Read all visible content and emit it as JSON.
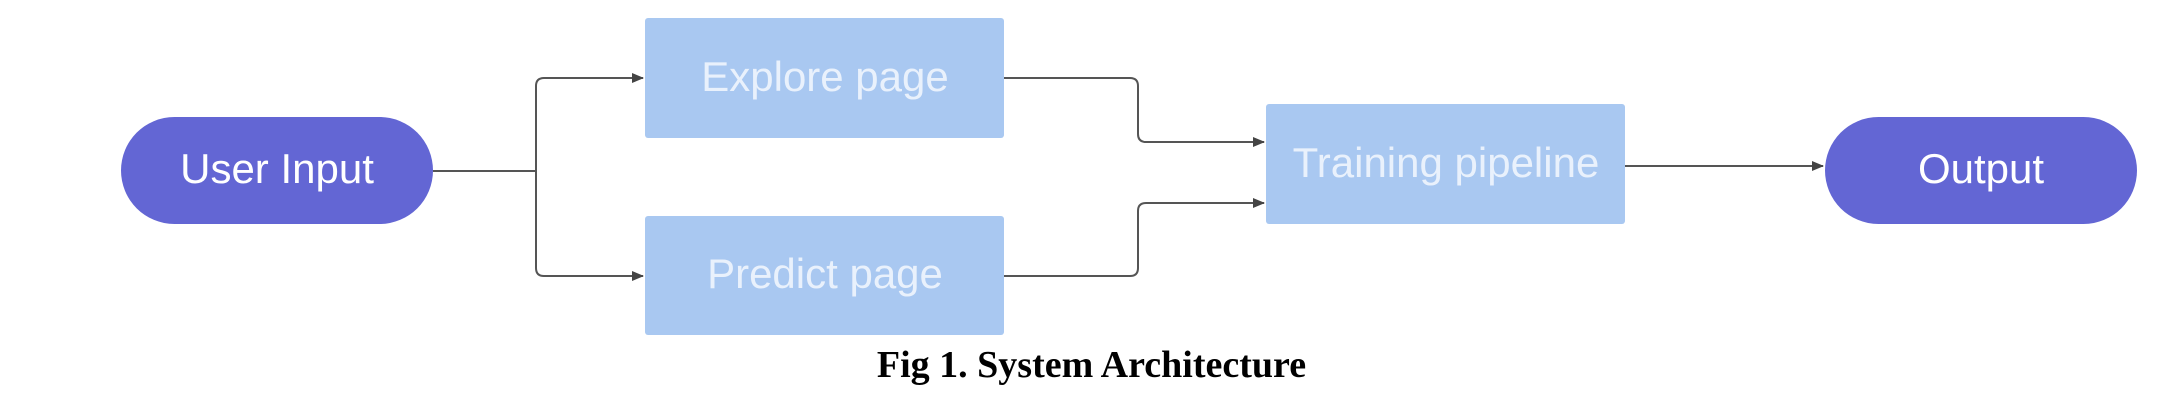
{
  "nodes": {
    "user_input": "User Input",
    "explore_page": "Explore page",
    "predict_page": "Predict page",
    "training_pipeline": "Training pipeline",
    "output": "Output"
  },
  "caption": "Fig 1. System Architecture",
  "colors": {
    "terminal_fill": "#6366d4",
    "process_fill": "#a9c8f1",
    "connector": "#555555"
  }
}
